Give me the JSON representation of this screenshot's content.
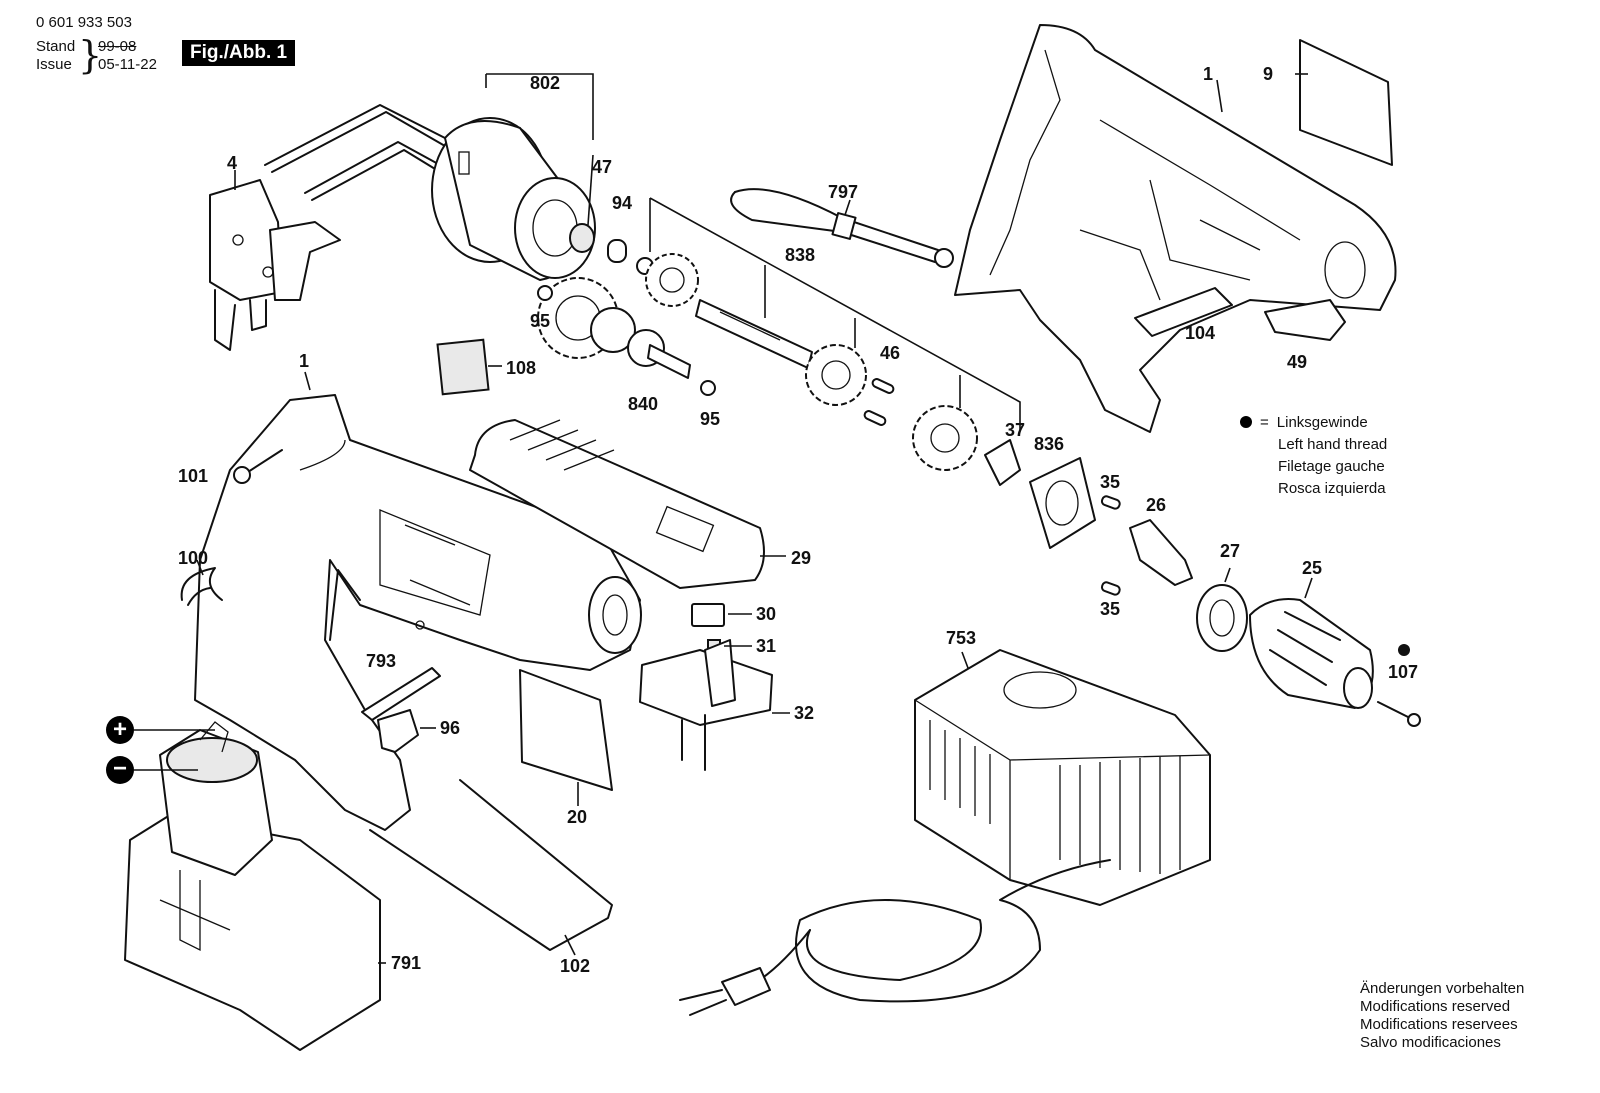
{
  "header": {
    "document_number": "0 601 933 503",
    "stand_label": "Stand",
    "stand_value": "99-08",
    "issue_label": "Issue",
    "issue_value": "05-11-22",
    "figure_label": "Fig./Abb. 1"
  },
  "legend": {
    "symbol": "=",
    "lines": [
      "Linksgewinde",
      "Left hand thread",
      "Filetage gauche",
      "Rosca izquierda"
    ]
  },
  "footer_note": [
    "Änderungen vorbehalten",
    "Modifications reserved",
    "Modifications reservees",
    "Salvo modificaciones"
  ],
  "callouts": {
    "c802": "802",
    "c47": "47",
    "c4": "4",
    "c94": "94",
    "c95a": "95",
    "c95b": "95",
    "c108": "108",
    "c840": "840",
    "c797": "797",
    "c838": "838",
    "c46": "46",
    "c37": "37",
    "c836": "836",
    "c35a": "35",
    "c35b": "35",
    "c26": "26",
    "c27": "27",
    "c25": "25",
    "c107": "107",
    "c1a": "1",
    "c1b": "1",
    "c9": "9",
    "c104": "104",
    "c49": "49",
    "c101": "101",
    "c100": "100",
    "c29": "29",
    "c30": "30",
    "c31": "31",
    "c32": "32",
    "c793": "793",
    "c96": "96",
    "c20": "20",
    "c102": "102",
    "c791": "791",
    "c753": "753"
  },
  "polarity": {
    "plus": "+",
    "minus": "−"
  }
}
